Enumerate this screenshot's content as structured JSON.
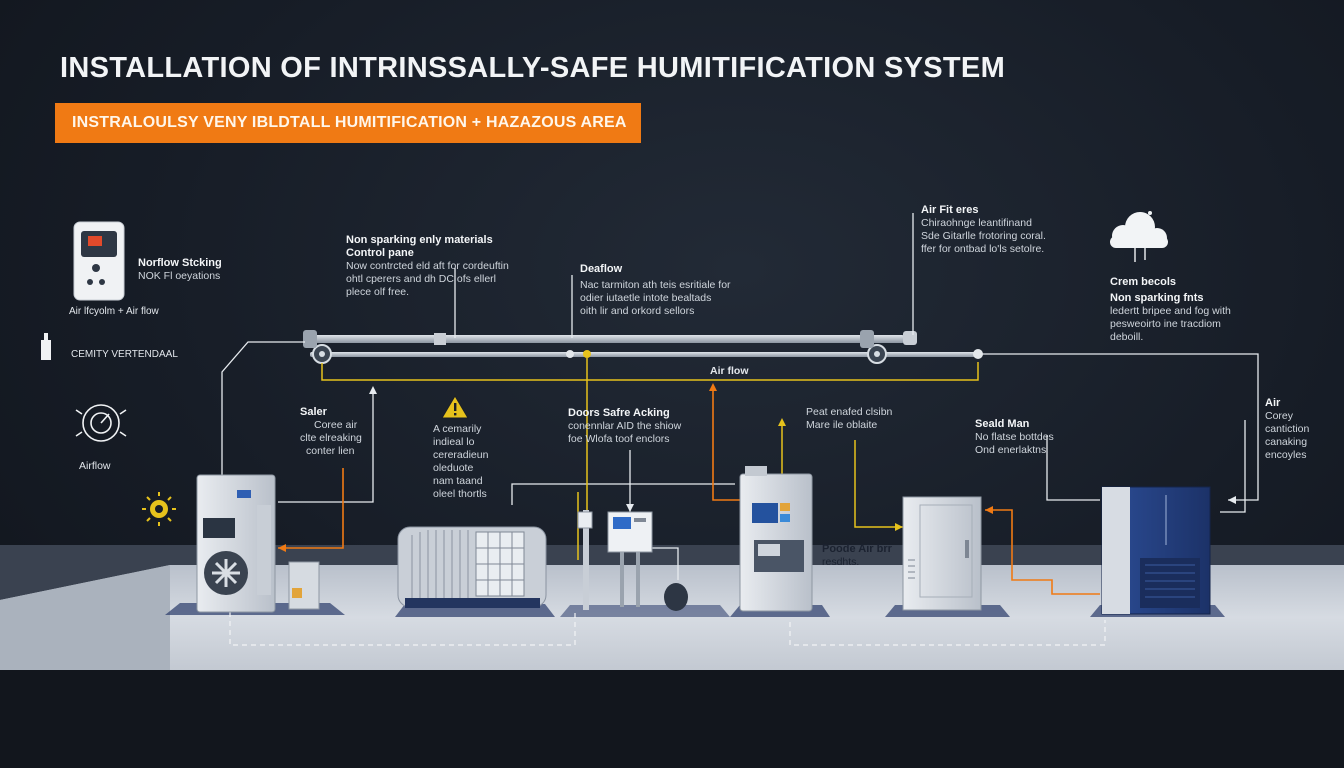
{
  "title": "INSTALLATION OF INTRINSSALLY-SAFE HUMITIFICATION SYSTEM",
  "banner": "INSTRALOULSY VENY IBLDTALL HUMITIFICATION + HAZAZOUS AREA",
  "labels": {
    "norflow": {
      "head": "Norflow Stcking",
      "body": "NOK Fl oeyations"
    },
    "airflow_left": "Air lfcyolm + Air flow",
    "cemity": "CEMITY VERTENDAAL",
    "airflow_gauge": "Airflow",
    "non_sparking": {
      "head": "Non sparking enly materials",
      "sub": "Control pane",
      "body": [
        "Now contrcted eld aft for cordeuftin",
        "ohtl cperers and dh DC ofs ellerl",
        "plece olf free."
      ]
    },
    "deaflow": {
      "head": "Deaflow",
      "body": [
        "Nac tarmiton ath teis esritiale for",
        "odier iutaetle intote bealtads",
        "oith lir and orkord sellors"
      ]
    },
    "air_filters": {
      "head": "Air Fit eres",
      "body": [
        "Chiraohnge leantifinand",
        "Sde Gitarlle frotoring coral.",
        "ffer for ontbad lo'ls setolre."
      ]
    },
    "crem": {
      "head": "Crem becols",
      "sub": "Non sparking fnts",
      "body": [
        "ledertt bripee and fog with",
        "pesweoirto ine tracdiom",
        "deboill."
      ]
    },
    "airflow_mid": "Air flow",
    "saler": {
      "head": "Saler",
      "body": [
        "Coree air",
        "clte elreaking",
        "conter lien"
      ]
    },
    "warning": {
      "body": [
        "A cemarily",
        "indieal lo",
        "cereradieun",
        "oleduote",
        "nam taand",
        "oleel thortls"
      ]
    },
    "doors": {
      "head": "Doors Safre Acking",
      "body": [
        "conennlar AID the shiow",
        "foe Wlofa toof enclors"
      ]
    },
    "peat": {
      "head": "Peat enafed clsibn",
      "body": [
        "Mare ile oblaite"
      ]
    },
    "seald": {
      "head": "Seald Man",
      "body": [
        "No flatse bottdes",
        "Ond enerlaktns"
      ]
    },
    "air_right": {
      "head": "Air",
      "body": [
        "Corey",
        "cantiction",
        "canaking",
        "encoyles"
      ]
    },
    "poode": {
      "head": "Poode Air brr",
      "body": [
        "resdhts."
      ]
    }
  },
  "colors": {
    "orange": "#f07a14",
    "yellow_line": "#e6c21c",
    "pipe": "#aeb6c0",
    "floor": "#cfd5de",
    "cabinet_blue": "#243f82"
  },
  "icons": [
    "controller-icon",
    "sensor-icon",
    "gauge-icon",
    "sun-icon",
    "cloud-icon",
    "warning-icon"
  ]
}
